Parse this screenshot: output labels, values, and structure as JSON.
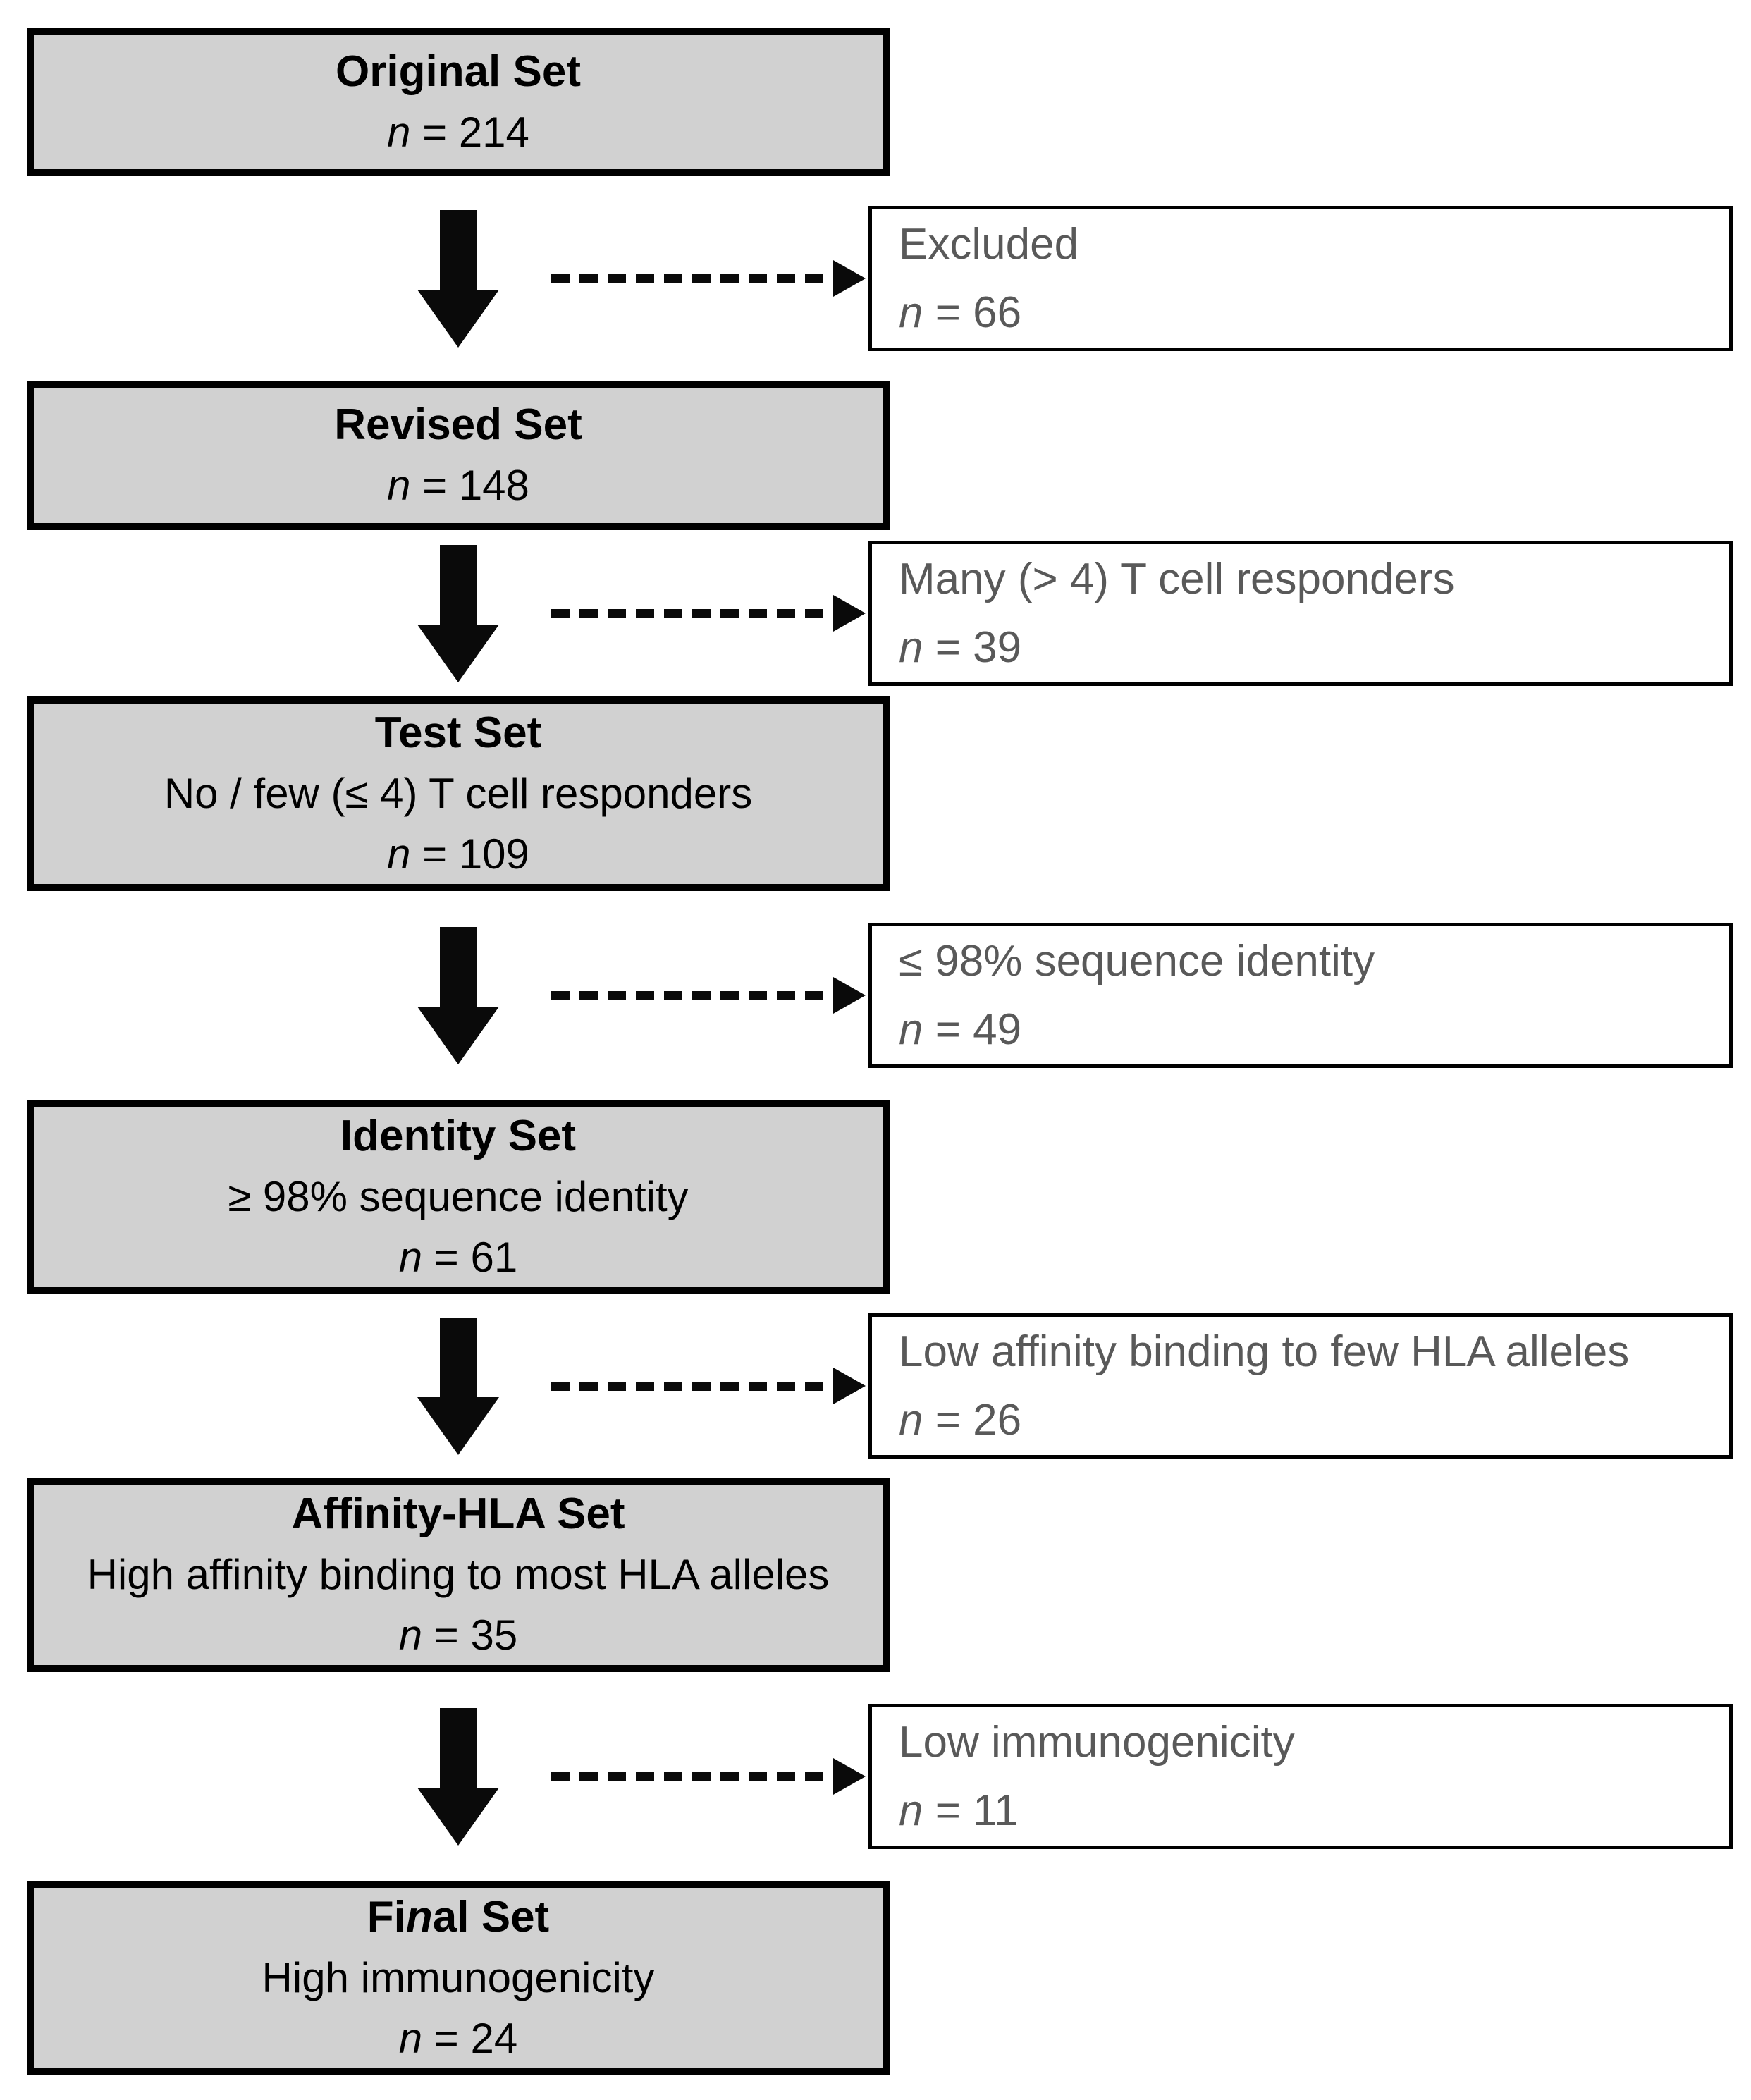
{
  "diagram": {
    "type": "flowchart",
    "colors": {
      "main_box_fill": "#d1d1d1",
      "box_border": "#000000",
      "side_box_fill": "#ffffff",
      "side_text": "#595959",
      "arrow": "#0a0a0a"
    },
    "main_boxes": [
      {
        "title_pre": "Original Set",
        "title_italic": "",
        "title_post": "",
        "subtitle": "",
        "n_line": "n = 214"
      },
      {
        "title_pre": "Revised Set",
        "title_italic": "",
        "title_post": "",
        "subtitle": "",
        "n_line": "n = 148"
      },
      {
        "title_pre": "Test Set",
        "title_italic": "",
        "title_post": "",
        "subtitle": "No / few (≤ 4) T cell responders",
        "n_line": "n = 109"
      },
      {
        "title_pre": "Identity Set",
        "title_italic": "",
        "title_post": "",
        "subtitle": "≥ 98% sequence identity",
        "n_line": "n = 61"
      },
      {
        "title_pre": "Affinity-HLA Set",
        "title_italic": "",
        "title_post": "",
        "subtitle": "High affinity binding to most HLA alleles",
        "n_line": "n = 35"
      },
      {
        "title_pre": "Fi",
        "title_italic": "n",
        "title_post": "al Set",
        "subtitle": "High immunogenicity",
        "n_line": "n = 24"
      }
    ],
    "side_boxes": [
      {
        "label": "Excluded",
        "n_line": "n = 66"
      },
      {
        "label": "Many (> 4) T cell responders",
        "n_line": "n = 39"
      },
      {
        "label": "≤ 98% sequence identity",
        "n_line": "n = 49"
      },
      {
        "label": "Low affinity binding to few HLA alleles",
        "n_line": "n = 26"
      },
      {
        "label": "Low immunogenicity",
        "n_line": "n = 11"
      }
    ]
  }
}
